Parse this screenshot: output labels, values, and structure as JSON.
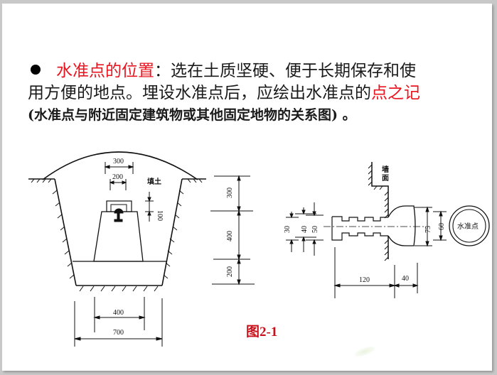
{
  "slide": {
    "bullet_icon": "filled-circle-bullet",
    "paragraph": {
      "line1_red": "水准点的位置",
      "line1_rest": "：选在土质坚硬、便于长期保存和使",
      "line2_black": "用方便的地点。埋设水准点后，应绘出水准点的",
      "line2_red": "点之记",
      "line3": "(水准点与附近固定建筑物或其他固定地物的关系图) 。"
    },
    "colors": {
      "highlight": "#e8141e",
      "figure_label": "#c8101a",
      "text": "#1a1a1a",
      "background": "#ffffff"
    },
    "figure": {
      "caption": "图2-1",
      "left_diagram": {
        "fill_label": "填土",
        "top_width_300": "300",
        "cap_width_200": "200",
        "cap_height_100": "100",
        "vertical_dims": [
          "300",
          "400",
          "200"
        ],
        "bottom_dims": [
          "400",
          "700"
        ]
      },
      "right_diagram": {
        "wall_label_1": "墙",
        "wall_label_2": "面",
        "left_dims": [
          "30",
          "40",
          "50"
        ],
        "head_dims": [
          "75",
          "60"
        ],
        "bottom_dims": [
          "120",
          "40"
        ],
        "symbol_label": "水准点"
      }
    }
  }
}
